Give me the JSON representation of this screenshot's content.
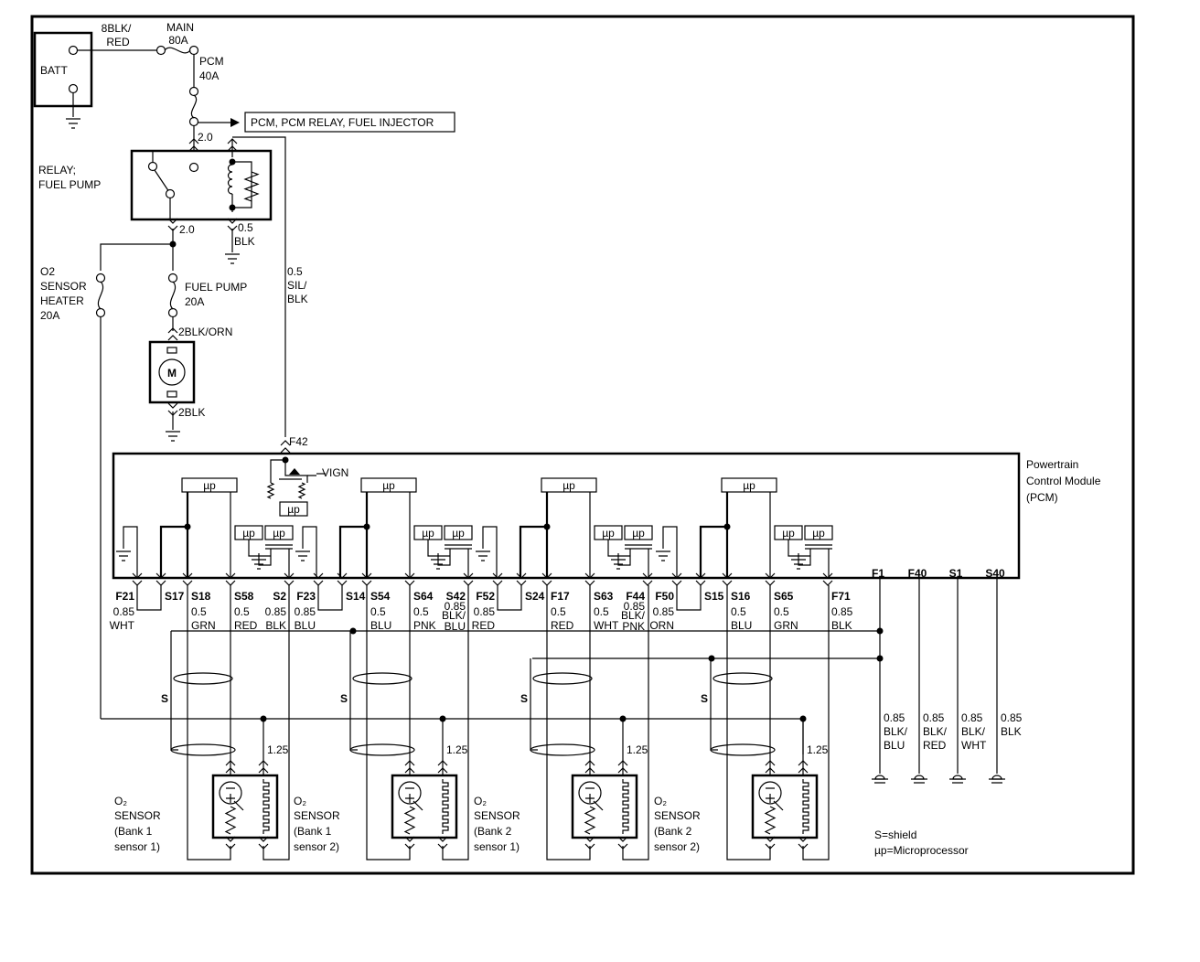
{
  "battery": {
    "label": "BATT"
  },
  "top_wires": {
    "batt_wire": [
      "8BLK/",
      "RED"
    ],
    "main_fuse": [
      "MAIN",
      "80A"
    ],
    "pcm_fuse": [
      "PCM",
      "40A"
    ],
    "relay_in": "2.0",
    "relay_out": "2.0",
    "relay_gnd": [
      "0.5",
      "BLK"
    ],
    "signal_wire": [
      "0.5",
      "SIL/",
      "BLK"
    ],
    "fuel_pump_fuse": [
      "FUEL PUMP",
      "20A"
    ],
    "heater_fuse": [
      "O2",
      "SENSOR",
      "HEATER",
      "20A"
    ],
    "pump_in": "2BLK/ORN",
    "pump_gnd": "2BLK"
  },
  "destination_label": "PCM, PCM RELAY, FUEL INJECTOR",
  "relay": {
    "label": [
      "RELAY;",
      "FUEL PUMP"
    ]
  },
  "motor": {
    "label": "M"
  },
  "pcm": {
    "label": [
      "Powertrain",
      "Control Module",
      "(PCM)"
    ],
    "f42": "F42",
    "vign": "VIGN",
    "microprocessor": "µp"
  },
  "pins": [
    {
      "id": "F21",
      "gauge": "0.85",
      "color": [
        "WHT"
      ]
    },
    {
      "id": "S17",
      "gauge": "",
      "color": []
    },
    {
      "id": "S18",
      "gauge": "0.5",
      "color": [
        "GRN"
      ]
    },
    {
      "id": "S58",
      "gauge": "0.5",
      "color": [
        "RED"
      ]
    },
    {
      "id": "S2",
      "gauge": "0.85",
      "color": [
        "BLK"
      ]
    },
    {
      "id": "F23",
      "gauge": "0.85",
      "color": [
        "BLU"
      ]
    },
    {
      "id": "S14",
      "gauge": "",
      "color": []
    },
    {
      "id": "S54",
      "gauge": "0.5",
      "color": [
        "BLU"
      ]
    },
    {
      "id": "S64",
      "gauge": "0.5",
      "color": [
        "PNK"
      ]
    },
    {
      "id": "S42",
      "gauge": "0.85",
      "color": [
        "BLK/",
        "BLU"
      ]
    },
    {
      "id": "F52",
      "gauge": "0.85",
      "color": [
        "RED"
      ]
    },
    {
      "id": "S24",
      "gauge": "",
      "color": []
    },
    {
      "id": "F17",
      "gauge": "0.5",
      "color": [
        "RED"
      ]
    },
    {
      "id": "S63",
      "gauge": "0.5",
      "color": [
        "WHT"
      ]
    },
    {
      "id": "F44",
      "gauge": "0.85",
      "color": [
        "BLK/",
        "PNK"
      ]
    },
    {
      "id": "F50",
      "gauge": "0.85",
      "color": [
        "ORN"
      ]
    },
    {
      "id": "S15",
      "gauge": "",
      "color": []
    },
    {
      "id": "S16",
      "gauge": "0.5",
      "color": [
        "BLU"
      ]
    },
    {
      "id": "S65",
      "gauge": "0.5",
      "color": [
        "GRN"
      ]
    },
    {
      "id": "F71",
      "gauge": "0.85",
      "color": [
        "BLK"
      ]
    }
  ],
  "ground_pins": [
    {
      "id": "F1",
      "gauge": "0.85",
      "color": [
        "BLK/",
        "BLU"
      ]
    },
    {
      "id": "F40",
      "gauge": "0.85",
      "color": [
        "BLK/",
        "RED"
      ]
    },
    {
      "id": "S1",
      "gauge": "0.85",
      "color": [
        "BLK/",
        "WHT"
      ]
    },
    {
      "id": "S40",
      "gauge": "0.85",
      "color": [
        "BLK"
      ]
    }
  ],
  "shield_label": "S",
  "heater_gauge": "1.25",
  "sensors": [
    {
      "title": "O₂",
      "type": "SENSOR",
      "bank": "(Bank 1",
      "position": "sensor 1)"
    },
    {
      "title": "O₂",
      "type": "SENSOR",
      "bank": "(Bank 1",
      "position": "sensor 2)"
    },
    {
      "title": "O₂",
      "type": "SENSOR",
      "bank": "(Bank 2",
      "position": "sensor 1)"
    },
    {
      "title": "O₂",
      "type": "SENSOR",
      "bank": "(Bank 2",
      "position": "sensor 2)"
    }
  ],
  "legend": [
    "S=shield",
    "µp=Microprocessor"
  ]
}
